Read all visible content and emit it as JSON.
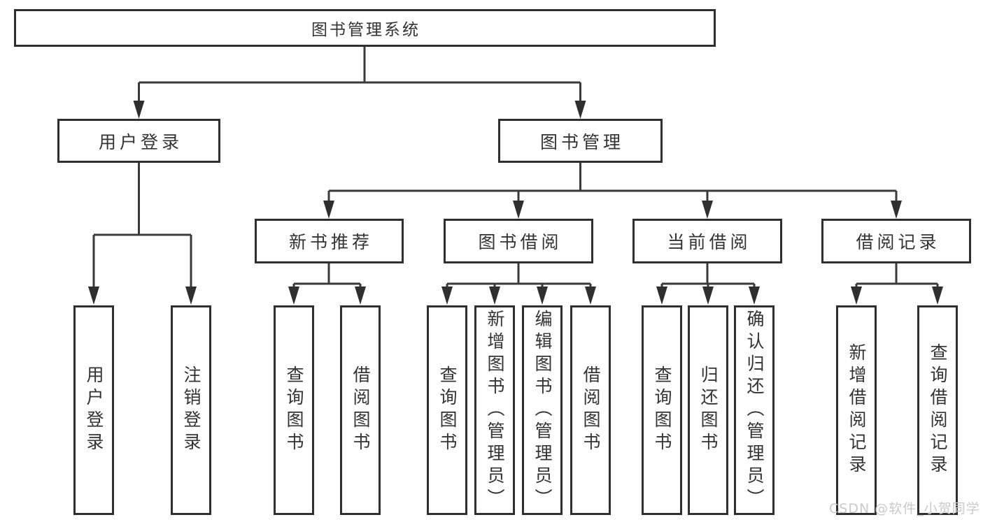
{
  "diagram": {
    "title": "图书管理系统",
    "root": {
      "label": "图书管理系统"
    },
    "level2": [
      {
        "label": "用户登录"
      },
      {
        "label": "图书管理"
      }
    ],
    "level3": [
      {
        "label": "新书推荐",
        "parent": "图书管理"
      },
      {
        "label": "图书借阅",
        "parent": "图书管理"
      },
      {
        "label": "当前借阅",
        "parent": "图书管理"
      },
      {
        "label": "借阅记录",
        "parent": "图书管理"
      }
    ],
    "leaves": [
      {
        "label": "用户登录",
        "parent": "用户登录"
      },
      {
        "label": "注销登录",
        "parent": "用户登录"
      },
      {
        "label": "查询图书",
        "parent": "新书推荐"
      },
      {
        "label": "借阅图书",
        "parent": "新书推荐"
      },
      {
        "label": "查询图书",
        "parent": "图书借阅"
      },
      {
        "label": "新增图书（管理员）",
        "parent": "图书借阅"
      },
      {
        "label": "编辑图书（管理员）",
        "parent": "图书借阅"
      },
      {
        "label": "借阅图书",
        "parent": "图书借阅"
      },
      {
        "label": "查询图书",
        "parent": "当前借阅"
      },
      {
        "label": "归还图书",
        "parent": "当前借阅"
      },
      {
        "label": "确认归还（管理员）",
        "parent": "当前借阅"
      },
      {
        "label": "新增借阅记录",
        "parent": "借阅记录"
      },
      {
        "label": "查询借阅记录",
        "parent": "借阅记录"
      }
    ]
  },
  "watermark": {
    "text": "CSDN @软件_小贺同学"
  },
  "colors": {
    "line": "#3a3a3a",
    "arrow": "#2f2f2f",
    "box_border": "#2f2f2f",
    "box_fill": "#ffffff",
    "text": "#333333",
    "watermark": "#c9c9c9",
    "background": "#ffffff"
  }
}
